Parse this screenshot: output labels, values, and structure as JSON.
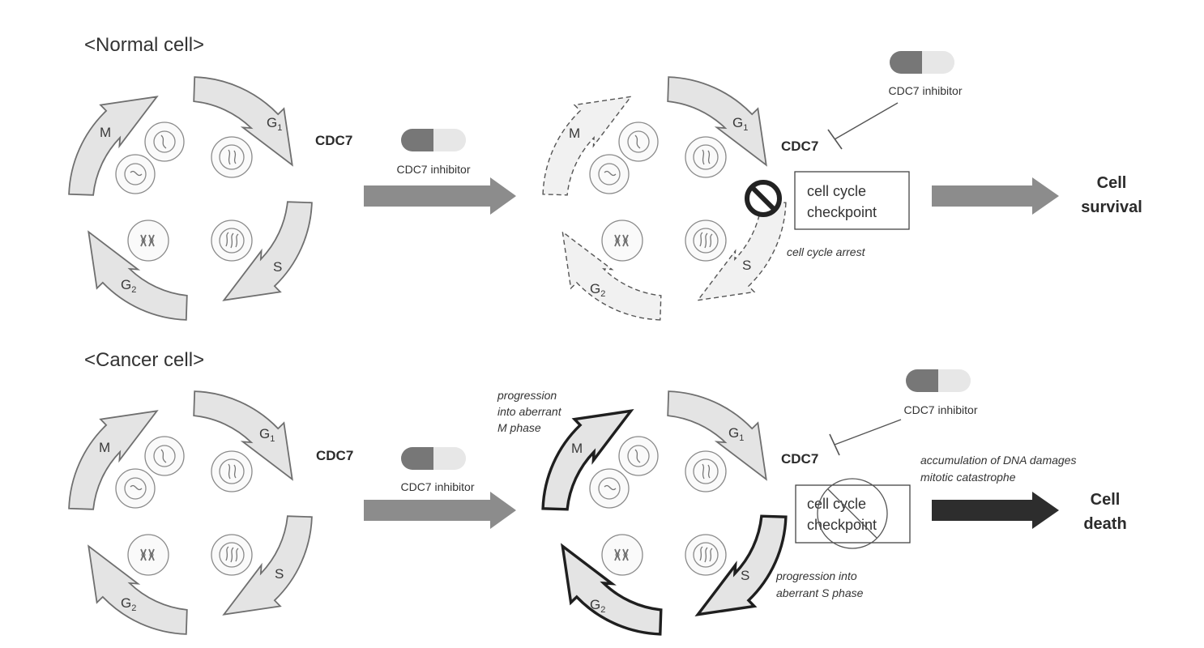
{
  "normal": {
    "title": "<Normal cell>",
    "phases": {
      "g1": "G",
      "g1_sub": "1",
      "s": "S",
      "g2": "G",
      "g2_sub": "2",
      "m": "M"
    },
    "cdc7_label": "CDC7",
    "inhibitor_label": "CDC7 inhibitor",
    "treated_cdc7_label": "CDC7",
    "treated_inhibitor_label": "CDC7 inhibitor",
    "checkpoint_line1": "cell cycle",
    "checkpoint_line2": "checkpoint",
    "arrest_note": "cell cycle arrest",
    "outcome_line1": "Cell",
    "outcome_line2": "survival"
  },
  "cancer": {
    "title": "<Cancer cell>",
    "phases": {
      "g1": "G",
      "g1_sub": "1",
      "s": "S",
      "g2": "G",
      "g2_sub": "2",
      "m": "M"
    },
    "cdc7_label": "CDC7",
    "inhibitor_label": "CDC7 inhibitor",
    "treated_cdc7_label": "CDC7",
    "treated_inhibitor_label": "CDC7 inhibitor",
    "checkpoint_line1": "cell cycle",
    "checkpoint_line2": "checkpoint",
    "m_note_line1": "progression",
    "m_note_line2": "into aberrant",
    "m_note_line3": "M phase",
    "s_note_line1": "progression into",
    "s_note_line2": "aberrant S phase",
    "damage_note_line1": "accumulation of DNA damages",
    "damage_note_line2": "mitotic catastrophe",
    "outcome_line1": "Cell",
    "outcome_line2": "death"
  },
  "colors": {
    "phase_arrow_fill": "#e4e4e4",
    "phase_arrow_stroke": "#6f6f6f",
    "flow_arrow_gray": "#8c8c8c",
    "flow_arrow_dark": "#2d2d2d",
    "pill_dark": "#777777",
    "pill_light": "#ececec",
    "block_symbol": "#222222"
  },
  "icons": {
    "pill": "capsule-icon",
    "block": "no-entry-icon",
    "inhibit": "inhibition-tbar-icon",
    "nucleus": "cell-nucleus-icon"
  }
}
